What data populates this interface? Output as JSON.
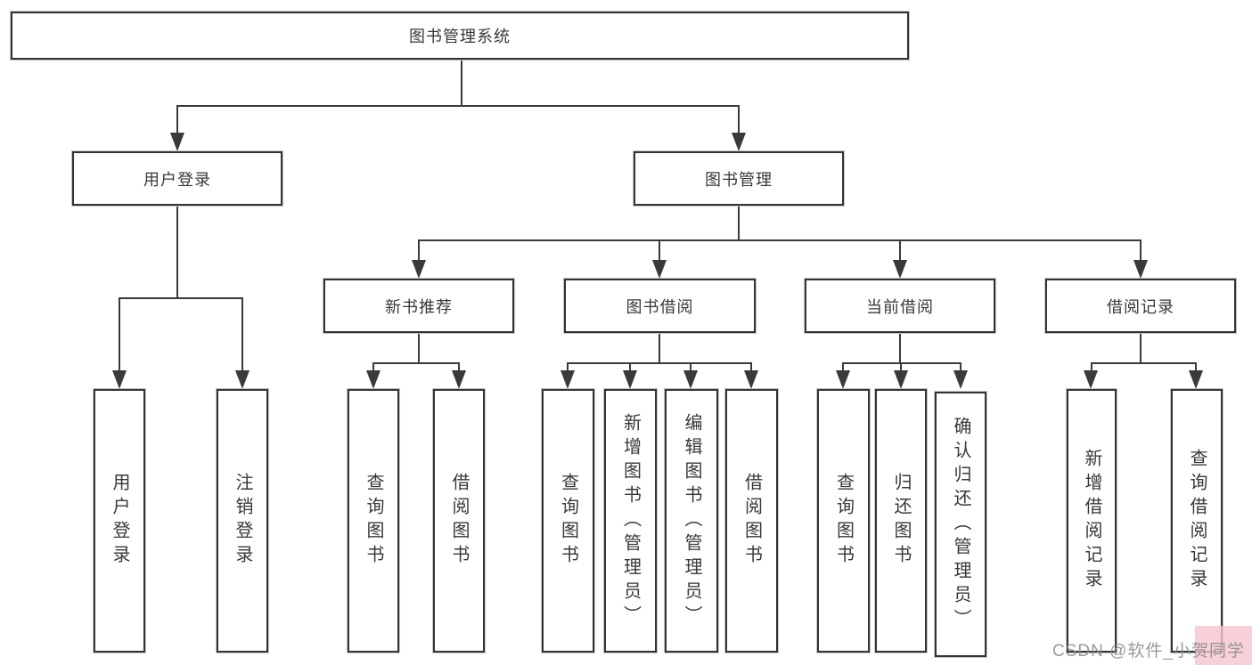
{
  "diagram": {
    "root": {
      "label": "图书管理系统"
    },
    "user_login": {
      "label": "用户登录",
      "children": [
        {
          "label": "用户登录"
        },
        {
          "label": "注销登录"
        }
      ]
    },
    "book_mgmt": {
      "label": "图书管理"
    },
    "new_book": {
      "label": "新书推荐",
      "children": [
        {
          "label": "查询图书"
        },
        {
          "label": "借阅图书"
        }
      ]
    },
    "book_borrow": {
      "label": "图书借阅",
      "children": [
        {
          "label": "查询图书"
        },
        {
          "label": "新增图书（管理员）"
        },
        {
          "label": "编辑图书（管理员）"
        },
        {
          "label": "借阅图书"
        }
      ]
    },
    "current_borrow": {
      "label": "当前借阅",
      "children": [
        {
          "label": "查询图书"
        },
        {
          "label": "归还图书"
        },
        {
          "label": "确认归还（管理员）"
        }
      ]
    },
    "borrow_records": {
      "label": "借阅记录",
      "children": [
        {
          "label": "新增借阅记录"
        },
        {
          "label": "查询借阅记录"
        }
      ]
    }
  },
  "watermark": {
    "text": "CSDN @软件_小贺同学",
    "text_color": "#8f8f8f",
    "highlight_color": "#f5c6cd"
  },
  "colors": {
    "line": "#3a3a3a",
    "box_border": "#333333",
    "box_fill": "#ffffff",
    "text": "#383838",
    "background": "#ffffff"
  }
}
